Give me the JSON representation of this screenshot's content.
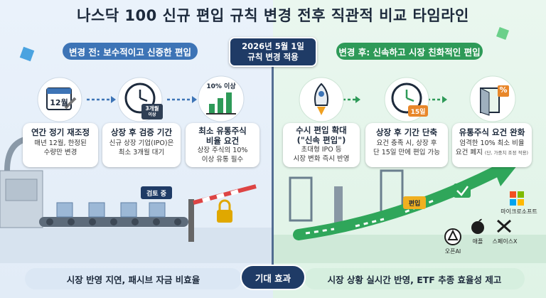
{
  "title": "나스닥 100 신규 편입 규칙 변경 전후 직관적 비교 타임라인",
  "colors": {
    "before": "#3d74b6",
    "after": "#2e9a58",
    "navy": "#1f3b66"
  },
  "center_badge": {
    "line1": "2026년 5월 1일",
    "line2": "규칙 변경 적용"
  },
  "before": {
    "header": "변경 전: 보수적이고 신중한 편입",
    "cards": [
      {
        "title": "연간 정기 재조정",
        "desc1": "매년 12월, 한정된",
        "desc2": "수량만 변경"
      },
      {
        "title": "상장 후 검증 기간",
        "desc1": "신규 상장 기업(IPO)은",
        "desc2": "최소 3개월 대기"
      },
      {
        "title": "최소 유통주식",
        "title2": "비율 요건",
        "desc1": "상장 주식의 10%",
        "desc2": "이상 유통 필수"
      }
    ],
    "calendar_label": "12월",
    "clock_badge_1": "3개월",
    "clock_badge_2": "이상",
    "chart_label": "10% 이상",
    "conveyor_sign": "검토 중"
  },
  "after": {
    "header": "변경 후: 신속하고 시장 친화적인 편입",
    "cards": [
      {
        "title": "수시 편입 확대",
        "title2": "(\"신속 편입\")",
        "desc1": "초대형 IPO 등",
        "desc2": "시장 변화 즉시 반영"
      },
      {
        "title": "상장 후 기간 단축",
        "desc1": "요건 충족 시, 상장 후",
        "desc2": "단 15일 만에 편입 가능"
      },
      {
        "title": "유통주식 요건 완화",
        "desc1": "엄격한 10% 최소 비율",
        "desc2": "요건 폐지",
        "small": "(단, 가중치 조정 적용)"
      }
    ],
    "clock_badge": "15일",
    "percent_sign": "%",
    "road_sign": "편입",
    "logos": [
      {
        "name": "마이크로소프트",
        "icon": "microsoft-icon"
      },
      {
        "name": "애플",
        "icon": "apple-icon"
      },
      {
        "name": "스페이스X",
        "icon": "spacex-icon"
      },
      {
        "name": "오픈AI",
        "icon": "openai-icon"
      }
    ]
  },
  "footer": {
    "left": "시장 반영 지연, 패시브 자금 비효율",
    "center": "기대 효과",
    "right": "시장 상황 실시간 반영, ETF 추종 효율성 제고"
  }
}
